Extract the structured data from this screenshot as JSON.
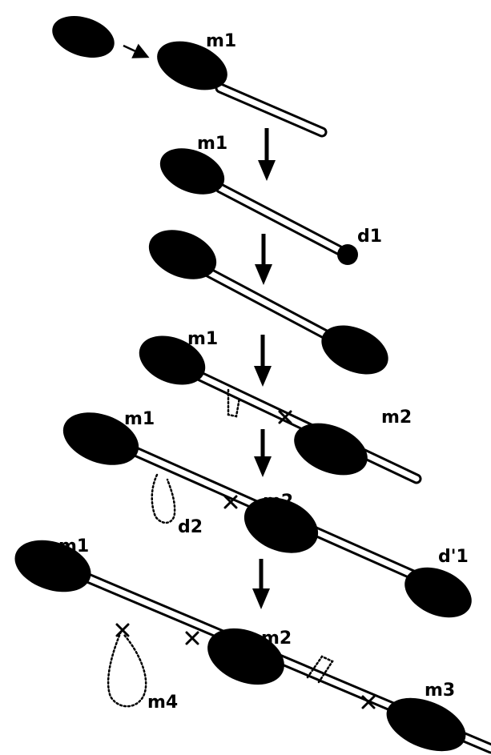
{
  "labels": {
    "m1": "m1",
    "m2": "m2",
    "m3": "m3",
    "m4": "m4",
    "d1": "d1",
    "d2": "d2",
    "d1_prime": "d'1"
  }
}
